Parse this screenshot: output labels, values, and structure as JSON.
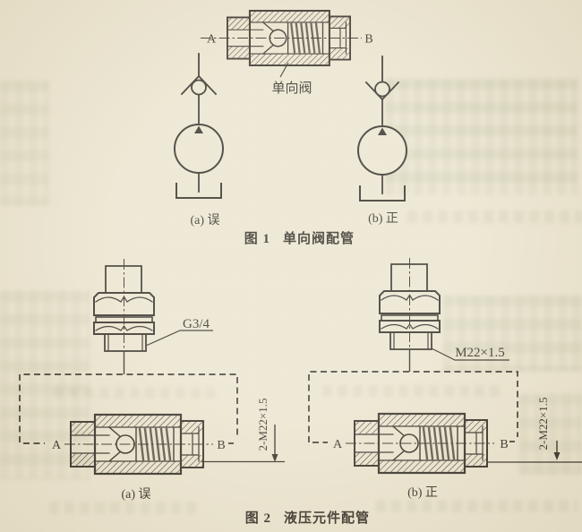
{
  "page": {
    "paper_color": "#ebe4cf",
    "ink_color": "#332e26"
  },
  "figure1": {
    "ports": {
      "left": "A",
      "right": "B"
    },
    "component_label": "单向阀",
    "variant_a": "(a) 误",
    "variant_b": "(b) 正",
    "caption_number": "图 1",
    "caption_title": "单向阀配管"
  },
  "figure2": {
    "fitting_left_thread": "G3/4",
    "fitting_right_thread": "M22×1.5",
    "dim_left": "2-M22×1.5",
    "dim_right": "2-M22×1.5",
    "valve_left_ports": {
      "left": "A",
      "right": "B"
    },
    "valve_right_ports": {
      "left": "A",
      "right": "B"
    },
    "variant_a": "(a) 误",
    "variant_b": "(b) 正",
    "caption_number": "图 2",
    "caption_title": "液压元件配管"
  }
}
